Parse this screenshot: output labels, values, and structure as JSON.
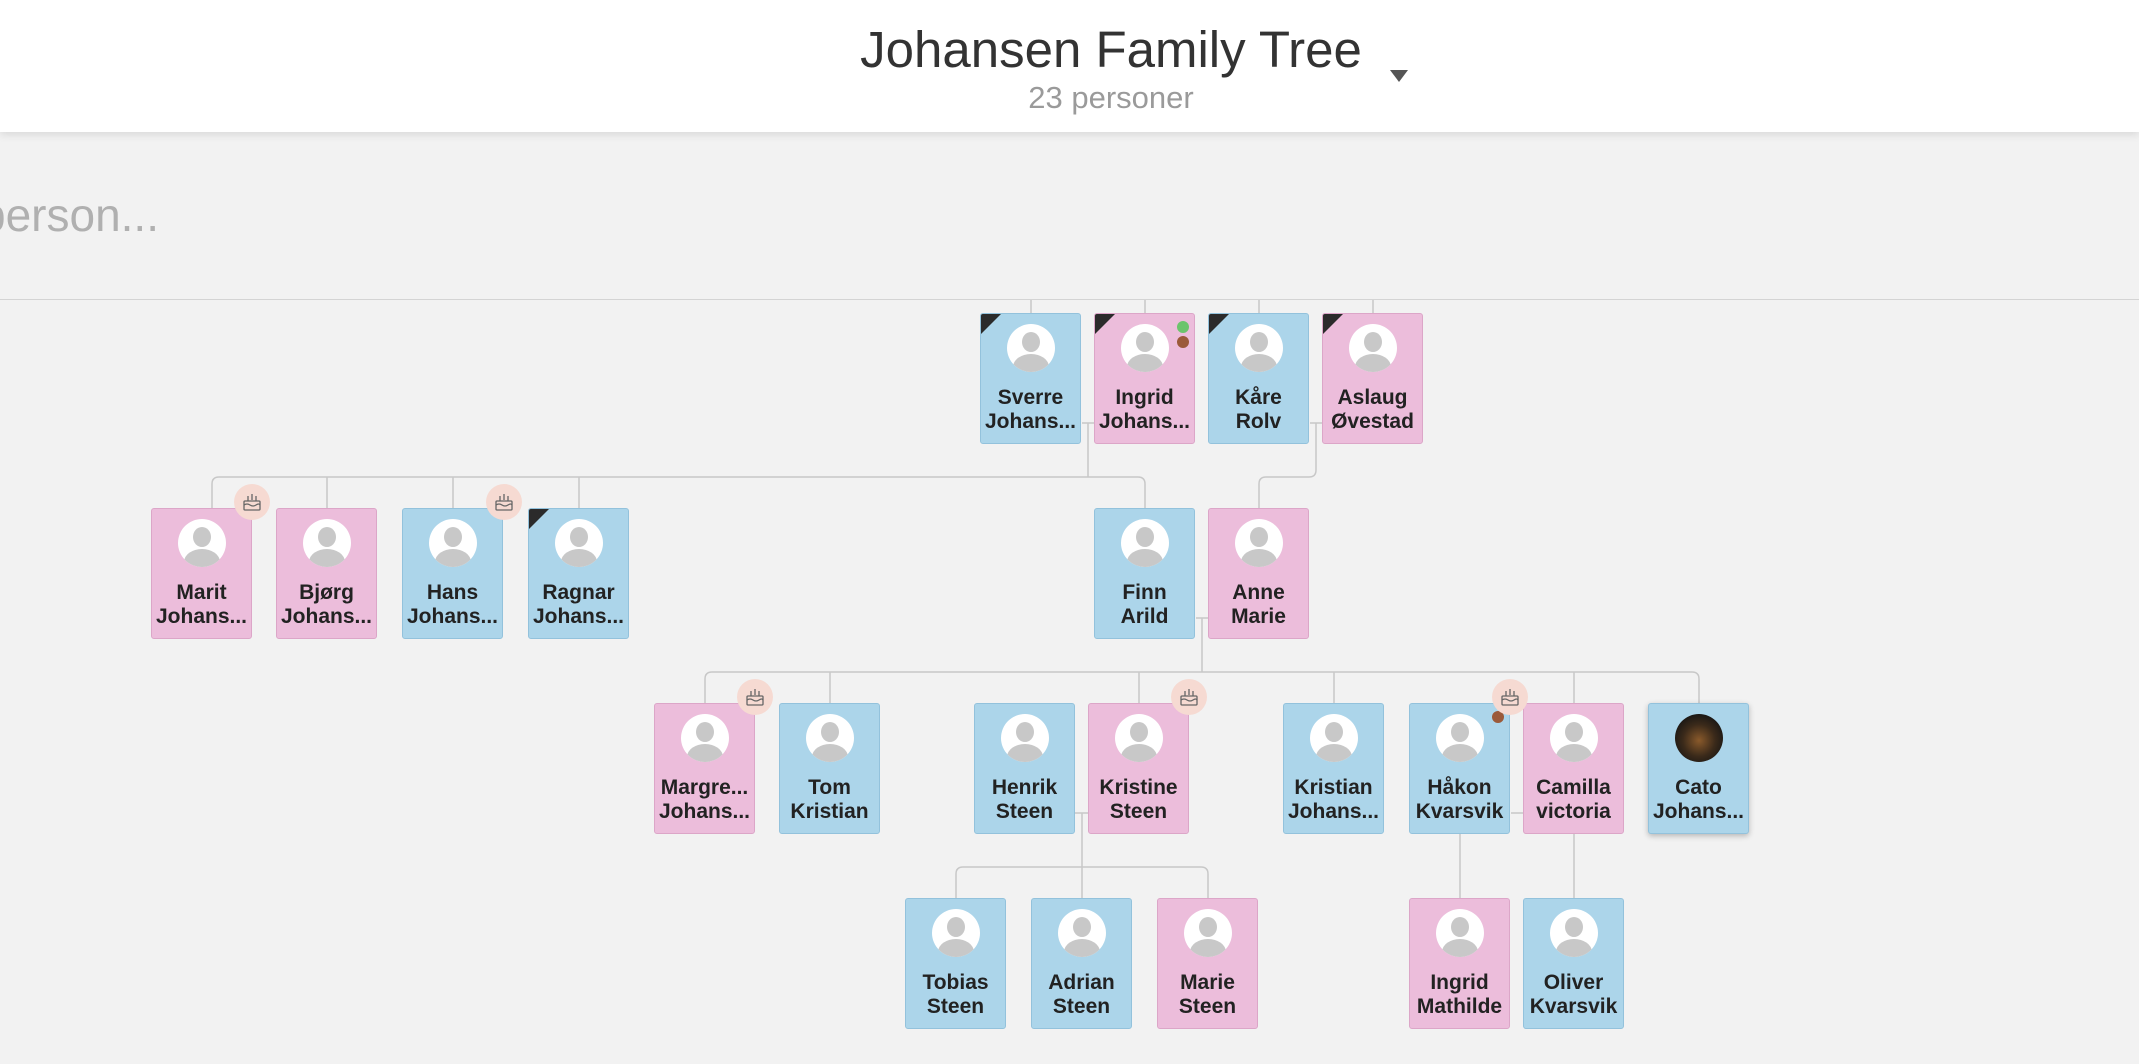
{
  "header": {
    "title": "Johansen Family Tree",
    "subtitle": "23 personer"
  },
  "search": {
    "placeholder": "person..."
  },
  "colors": {
    "male": "#acd5ea",
    "female": "#ecbddb",
    "line": "#c8c8c8",
    "badge": "#f6dad2"
  },
  "people": {
    "sverre": {
      "name1": "Sverre",
      "name2": "Johans..."
    },
    "ingrid_j": {
      "name1": "Ingrid",
      "name2": "Johans..."
    },
    "kare": {
      "name1": "Kåre",
      "name2": "Rolv"
    },
    "aslaug": {
      "name1": "Aslaug",
      "name2": "Øvestad"
    },
    "marit": {
      "name1": "Marit",
      "name2": "Johans..."
    },
    "bjorg": {
      "name1": "Bjørg",
      "name2": "Johans..."
    },
    "hans": {
      "name1": "Hans",
      "name2": "Johans..."
    },
    "ragnar": {
      "name1": "Ragnar",
      "name2": "Johans..."
    },
    "finn": {
      "name1": "Finn",
      "name2": "Arild"
    },
    "anne": {
      "name1": "Anne",
      "name2": "Marie"
    },
    "margre": {
      "name1": "Margre...",
      "name2": "Johans..."
    },
    "tom": {
      "name1": "Tom",
      "name2": "Kristian"
    },
    "henrik": {
      "name1": "Henrik",
      "name2": "Steen"
    },
    "kristine": {
      "name1": "Kristine",
      "name2": "Steen"
    },
    "kristian": {
      "name1": "Kristian",
      "name2": "Johans..."
    },
    "hakon": {
      "name1": "Håkon",
      "name2": "Kvarsvik"
    },
    "camilla": {
      "name1": "Camilla",
      "name2": "victoria"
    },
    "cato": {
      "name1": "Cato",
      "name2": "Johans..."
    },
    "tobias": {
      "name1": "Tobias",
      "name2": "Steen"
    },
    "adrian": {
      "name1": "Adrian",
      "name2": "Steen"
    },
    "marie": {
      "name1": "Marie",
      "name2": "Steen"
    },
    "ingrid_m": {
      "name1": "Ingrid",
      "name2": "Mathilde"
    },
    "oliver": {
      "name1": "Oliver",
      "name2": "Kvarsvik"
    }
  }
}
